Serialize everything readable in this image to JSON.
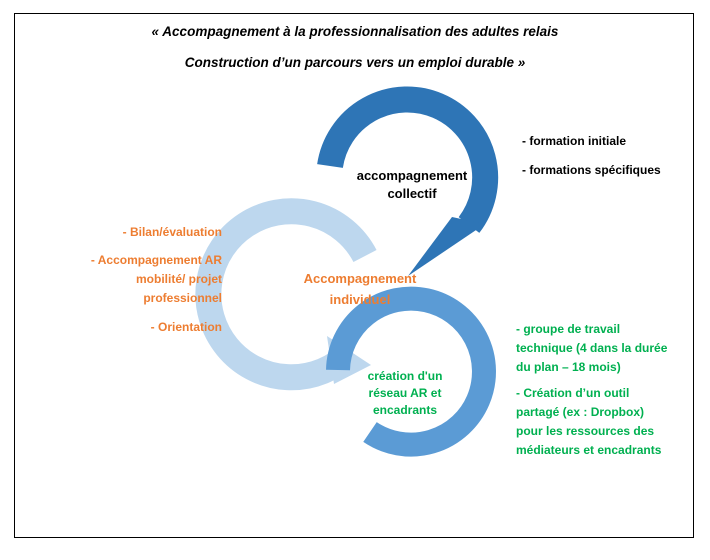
{
  "title": {
    "line1": "« Accompagnement à la professionnalisation des adultes relais",
    "line2": "Construction d’un parcours vers un emploi durable »"
  },
  "circles": {
    "top": {
      "line1": "accompagnement",
      "line2": "collectif",
      "color": "#2e75b6"
    },
    "middle": {
      "line1": "Accompagnement",
      "line2": "individuel",
      "color": "#bdd7ee",
      "text_color": "#ed7d31"
    },
    "bottom": {
      "line1": "création d'un",
      "line2": "réseau AR et",
      "line3": "encadrants",
      "color": "#5b9bd5",
      "text_color": "#00b050"
    }
  },
  "right_top_list": [
    "- formation initiale",
    "- formations spécifiques"
  ],
  "left_list": {
    "item1": "-  Bilan/évaluation",
    "item2_line1": "-  Accompagnement AR",
    "item2_line2": "mobilité/ projet",
    "item2_line3": "professionnel",
    "item3": "-  Orientation"
  },
  "right_bottom_list": {
    "item1_line1": "- groupe de travail",
    "item1_line2": "technique (4 dans la durée",
    "item1_line3": "du plan – 18 mois)",
    "item2_line1": "- Création d’un outil",
    "item2_line2": "partagé (ex : Dropbox)",
    "item2_line3": "pour les ressources des",
    "item2_line4": "médiateurs et encadrants"
  }
}
